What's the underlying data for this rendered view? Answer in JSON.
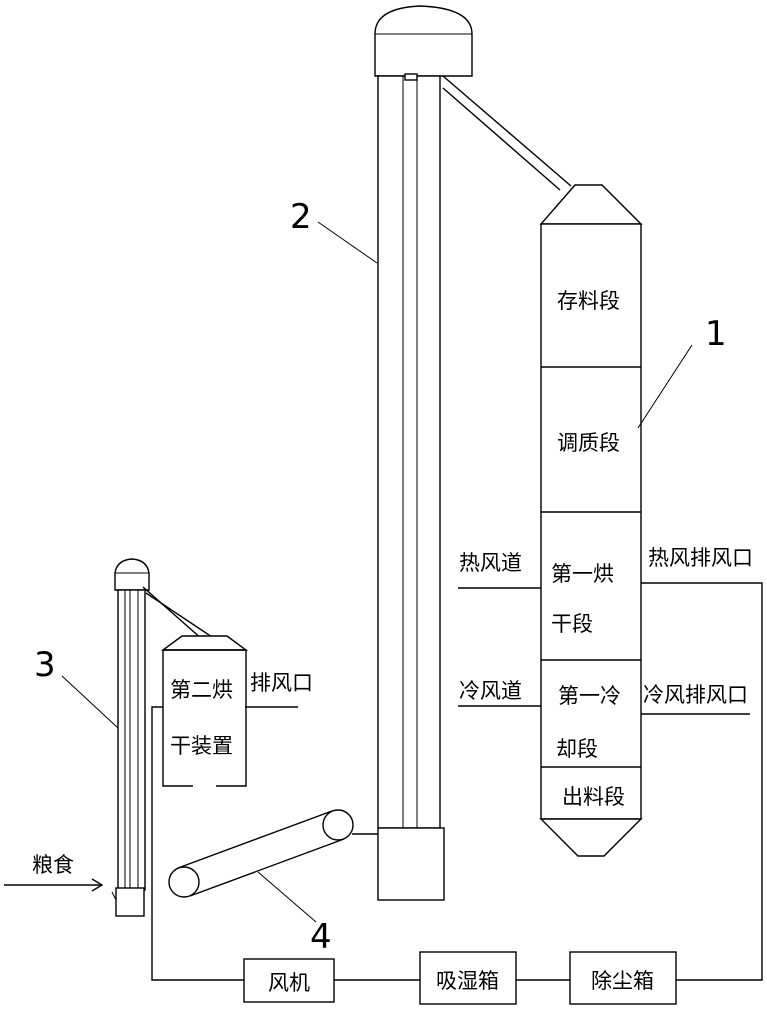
{
  "labels": {
    "num1": "1",
    "num2": "2",
    "num3": "3",
    "num4": "4",
    "storage": "存料段",
    "tempering": "调质段",
    "first_dry_1": "第一烘",
    "first_dry_2": "干段",
    "first_cool_1": "第一冷",
    "first_cool_2": "却段",
    "discharge": "出料段",
    "hot_duct": "热风道",
    "hot_exhaust": "热风排风口",
    "cold_duct": "冷风道",
    "cold_exhaust": "冷风排风口",
    "second_dry_1": "第二烘",
    "second_dry_2": "干装置",
    "exhaust": "排风口",
    "grain": "粮食",
    "fan": "风机",
    "moisture_box": "吸湿箱",
    "dust_box": "除尘箱"
  }
}
